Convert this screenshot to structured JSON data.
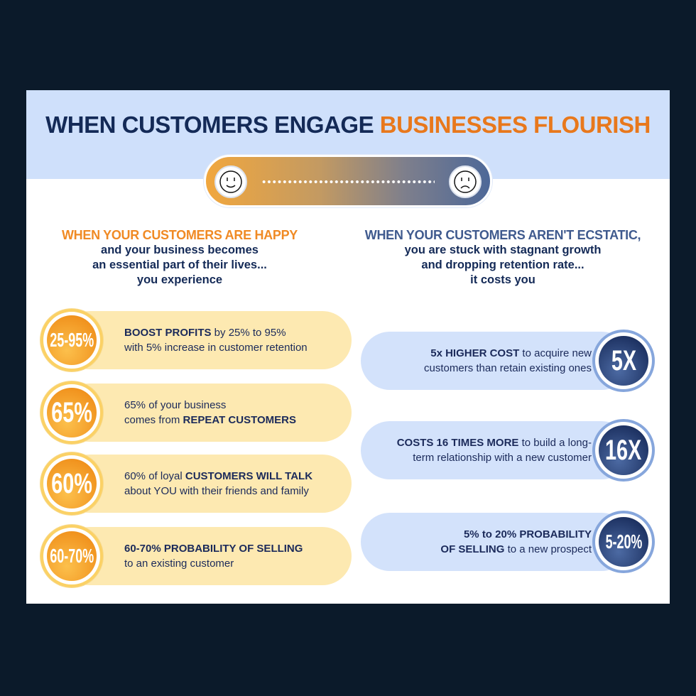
{
  "title": {
    "part1": "WHEN CUSTOMERS ENGAGE",
    "part2": "BUSINESSES FLOURISH"
  },
  "left": {
    "heading": "WHEN YOUR CUSTOMERS ARE HAPPY",
    "sub": [
      "and your business becomes",
      "an essential part of their lives...",
      "you experience"
    ],
    "items": [
      {
        "stat": "25-95%",
        "lines": [
          [
            {
              "t": "BOOST PROFITS",
              "b": true
            },
            {
              "t": " by 25% to 95%",
              "b": false
            }
          ],
          [
            {
              "t": "with 5% increase in customer retention",
              "b": false
            }
          ]
        ]
      },
      {
        "stat": "65%",
        "lines": [
          [
            {
              "t": "65% of your business",
              "b": false
            }
          ],
          [
            {
              "t": "comes from ",
              "b": false
            },
            {
              "t": "REPEAT CUSTOMERS",
              "b": true
            }
          ]
        ]
      },
      {
        "stat": "60%",
        "lines": [
          [
            {
              "t": "60% of loyal ",
              "b": false
            },
            {
              "t": "CUSTOMERS WILL TALK",
              "b": true
            }
          ],
          [
            {
              "t": "about YOU with their friends and family",
              "b": false
            }
          ]
        ]
      },
      {
        "stat": "60-70%",
        "lines": [
          [
            {
              "t": "60-70% PROBABILITY OF SELLING",
              "b": true
            }
          ],
          [
            {
              "t": "to an existing customer",
              "b": false
            }
          ]
        ]
      }
    ]
  },
  "right": {
    "heading": "WHEN YOUR CUSTOMERS AREN'T ECSTATIC,",
    "sub": [
      "you are stuck with stagnant growth",
      "and dropping retention rate...",
      "it costs you"
    ],
    "items": [
      {
        "stat": "5X",
        "lines": [
          [
            {
              "t": "5x HIGHER COST",
              "b": true
            },
            {
              "t": " to acquire new",
              "b": false
            }
          ],
          [
            {
              "t": "customers than retain existing ones",
              "b": false
            }
          ]
        ]
      },
      {
        "stat": "16X",
        "lines": [
          [
            {
              "t": "COSTS 16 TIMES MORE",
              "b": true
            },
            {
              "t": " to build a long-",
              "b": false
            }
          ],
          [
            {
              "t": "term relationship with a new customer",
              "b": false
            }
          ]
        ]
      },
      {
        "stat": "5-20%",
        "lines": [
          [
            {
              "t": "5% to 20% PROBABILITY",
              "b": true
            }
          ],
          [
            {
              "t": "OF SELLING",
              "b": true
            },
            {
              "t": " to a new prospect",
              "b": false
            }
          ]
        ]
      }
    ]
  },
  "colors": {
    "orange": "#f08a24",
    "navy": "#142a57",
    "band": "#cfe0fb",
    "yellow": "#fde9b1",
    "lightblue": "#d3e2fb"
  }
}
